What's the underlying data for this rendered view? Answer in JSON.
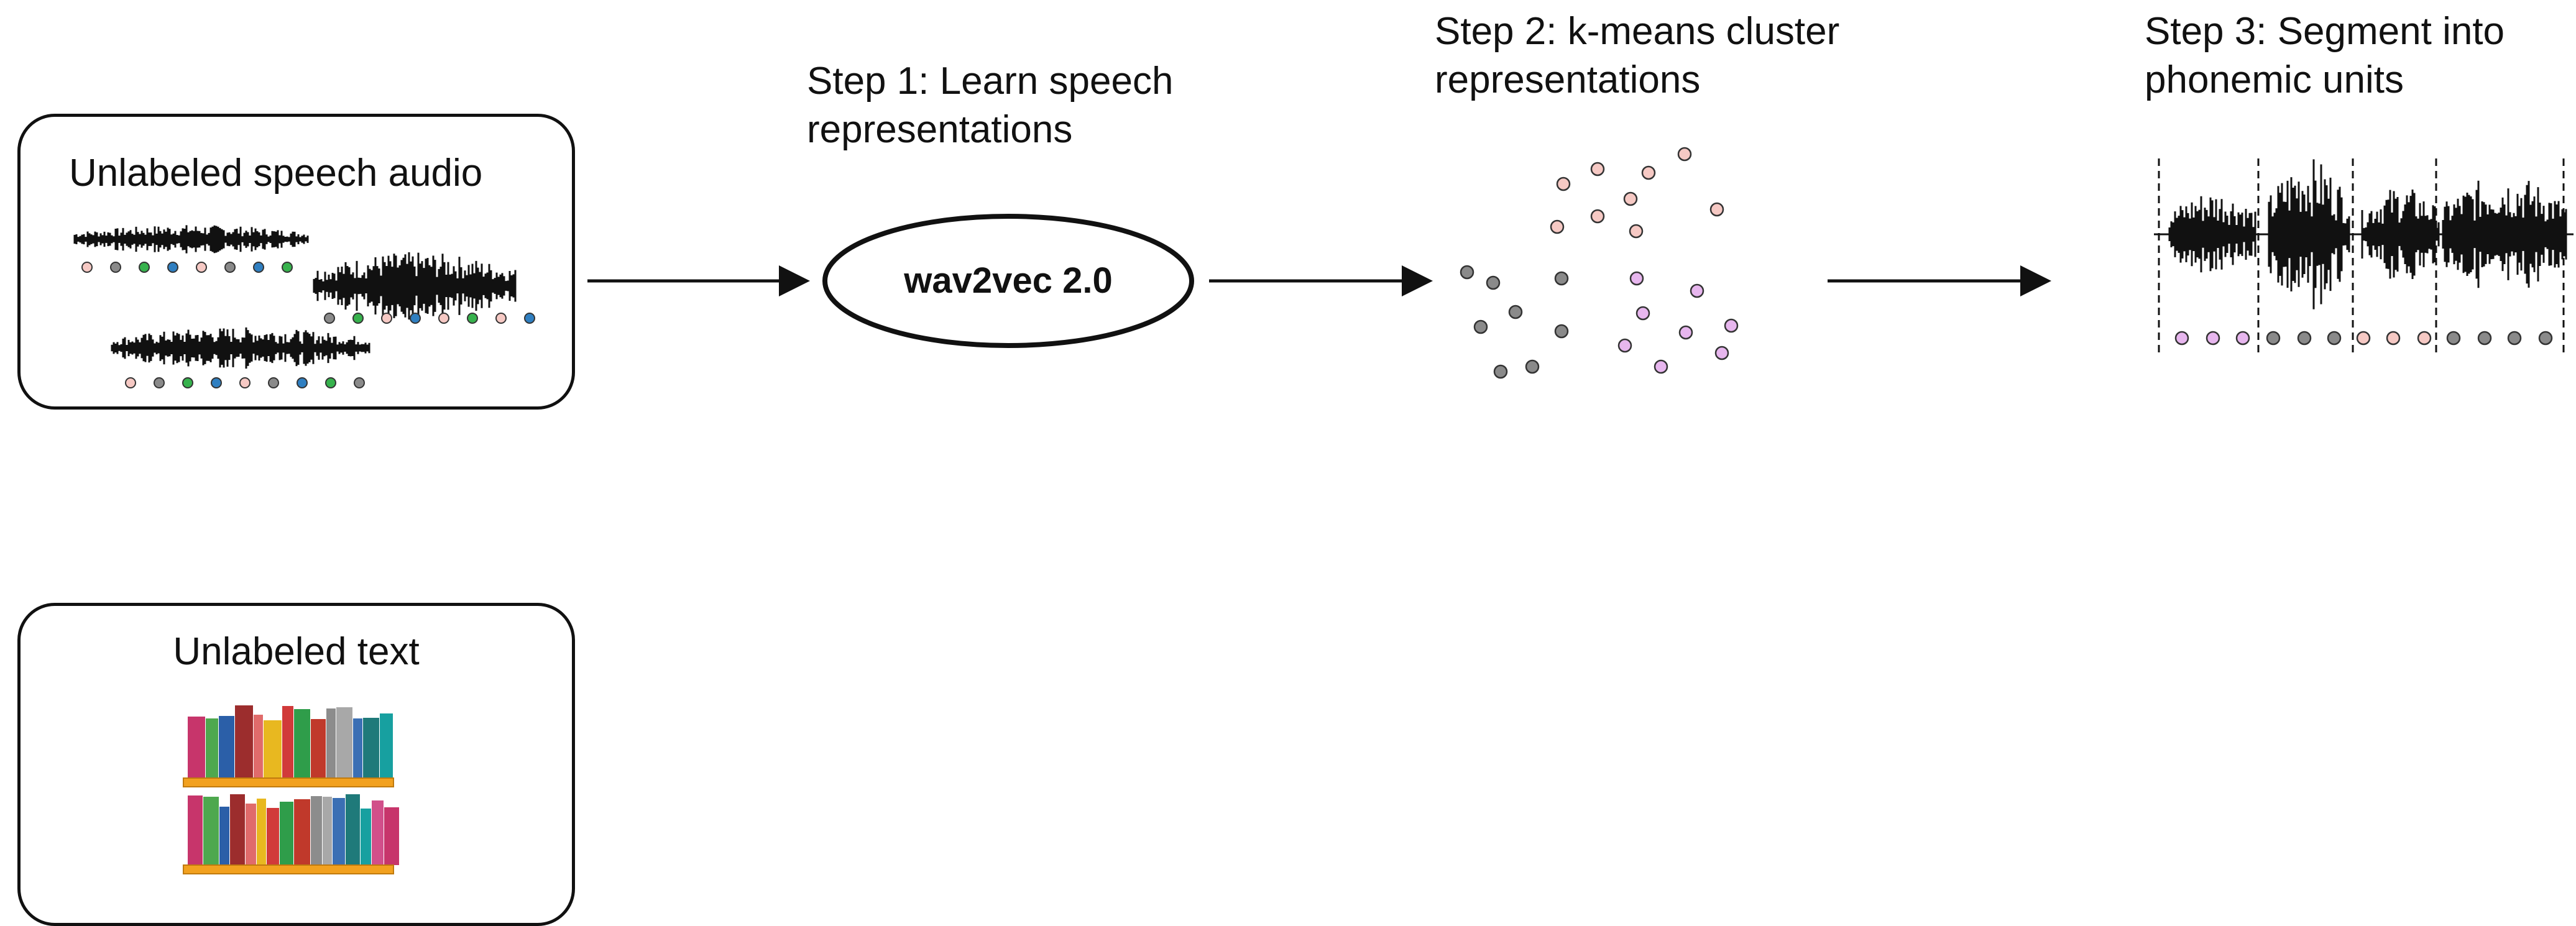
{
  "inputs": {
    "speech": {
      "title": "Unlabeled speech audio"
    },
    "text": {
      "title": "Unlabeled text"
    }
  },
  "steps": [
    {
      "label": "Step 1: Learn speech\nrepresentations"
    },
    {
      "label": "Step 2: k-means cluster\nrepresentations"
    },
    {
      "label": "Step 3: Segment into\nphonemic units"
    }
  ],
  "model": {
    "name": "wav2vec 2.0"
  },
  "colors": {
    "stroke": "#111111",
    "cluster_pink": "#f6c9c4",
    "cluster_gray": "#8a8a8a",
    "cluster_violet": "#e7b6ee",
    "unit_green": "#37b24d",
    "unit_blue": "#2f7fc1"
  },
  "icons": {
    "waveform": "audio-waveform-icon",
    "books": "bookshelf-icon"
  }
}
